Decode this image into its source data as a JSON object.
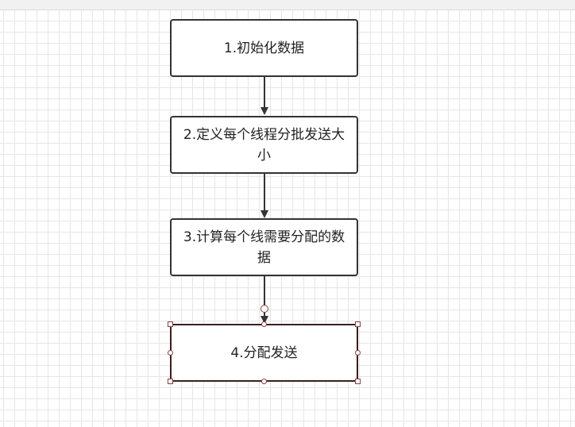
{
  "diagram": {
    "nodes": [
      {
        "id": "n1",
        "label": "1.初始化数据"
      },
      {
        "id": "n2",
        "label": "2.定义每个线程分批发送大小"
      },
      {
        "id": "n3",
        "label": "3.计算每个线需要分配的数据"
      },
      {
        "id": "n4",
        "label": "4.分配发送"
      }
    ],
    "edges": [
      {
        "from": "n1",
        "to": "n2"
      },
      {
        "from": "n2",
        "to": "n3"
      },
      {
        "from": "n3",
        "to": "n4"
      }
    ],
    "selected_node": "n4",
    "colors": {
      "stroke": "#333333",
      "selection": "#8a4040",
      "grid": "#e6e6e6"
    }
  }
}
